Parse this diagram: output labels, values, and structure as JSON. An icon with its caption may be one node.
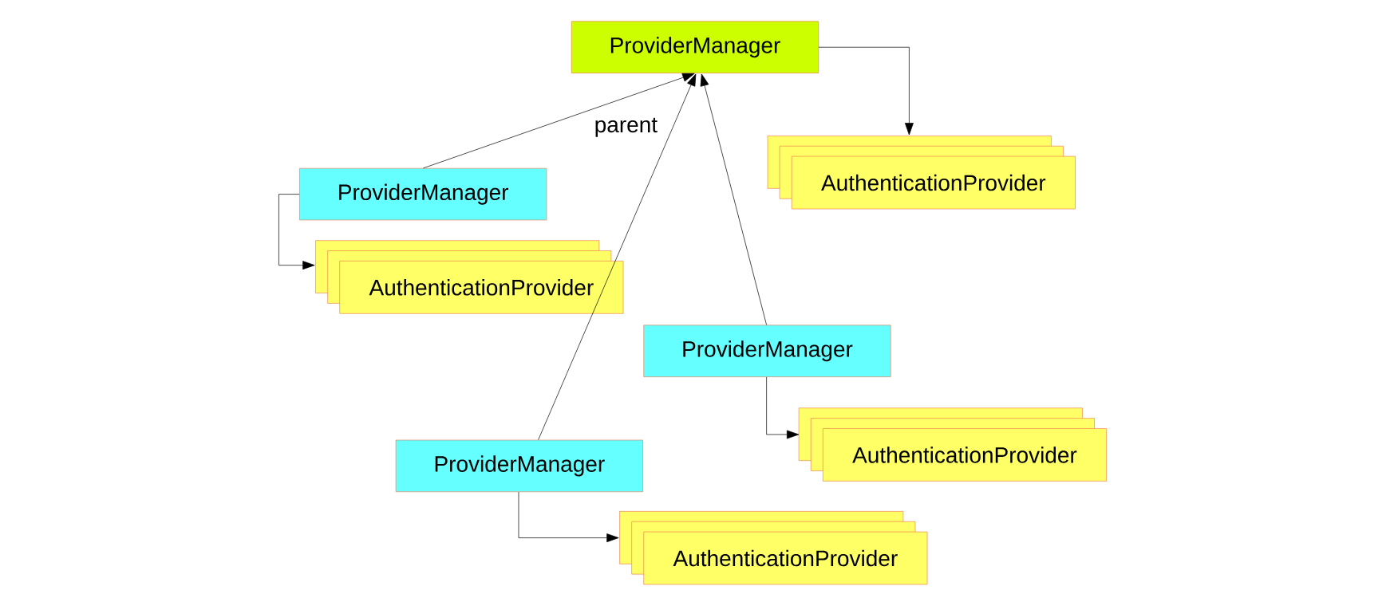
{
  "diagram": {
    "nodes": [
      {
        "text": [
          "ProviderManager"
        ]
      },
      {
        "text": [
          "AuthenticationProvider"
        ]
      },
      {
        "text": [
          "ProviderManager"
        ]
      },
      {
        "text": [
          "AuthenticationProvider"
        ]
      },
      {
        "text": [
          "ProviderManager"
        ]
      },
      {
        "text": [
          "AuthenticationProvider"
        ]
      },
      {
        "text": [
          "ProviderManager"
        ]
      },
      {
        "text": [
          "AuthenticationProvider"
        ]
      }
    ],
    "edges": [
      {
        "from": 0,
        "to": 1,
        "arrow": "to"
      },
      {
        "from": 2,
        "to": 0,
        "arrow": "to",
        "label": "parent"
      },
      {
        "from": 2,
        "to": 3,
        "arrow": "to"
      },
      {
        "from": 6,
        "to": 0,
        "arrow": "to"
      },
      {
        "from": 4,
        "to": 0,
        "arrow": "to"
      },
      {
        "from": 4,
        "to": 5,
        "arrow": "to"
      },
      {
        "from": 6,
        "to": 7,
        "arrow": "to"
      }
    ]
  }
}
